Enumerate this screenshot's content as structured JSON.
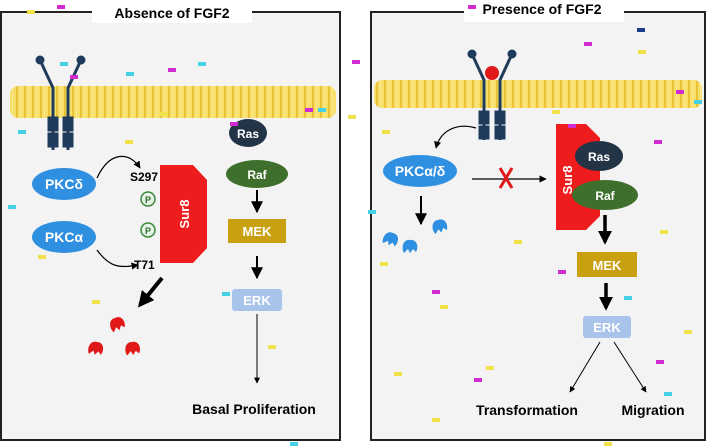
{
  "left_panel": {
    "title": "Absence of FGF2",
    "pkc_delta": "PKCδ",
    "pkc_alpha": "PKCα",
    "site_s297": "S297",
    "site_t71": "T71",
    "phospho": "P",
    "sur8": "Sur8",
    "ras": "Ras",
    "raf": "Raf",
    "mek": "MEK",
    "erk": "ERK",
    "outcome": "Basal Proliferation"
  },
  "right_panel": {
    "title": "Presence of FGF2",
    "pkc": "PKCα/δ",
    "sur8": "Sur8",
    "ras": "Ras",
    "raf": "Raf",
    "mek": "MEK",
    "erk": "ERK",
    "outcome_1": "Transformation",
    "outcome_2": "Migration"
  },
  "colors": {
    "membrane": "#f5d54a",
    "pkc_blue": "#2f8fe0",
    "sur8_red": "#ee1c1c",
    "ras_dark": "#243447",
    "raf_green": "#3f6f2c",
    "mek_gold": "#c9a00f",
    "erk_blue": "#a9c4ea",
    "receptor_blue": "#1f3b5c"
  }
}
